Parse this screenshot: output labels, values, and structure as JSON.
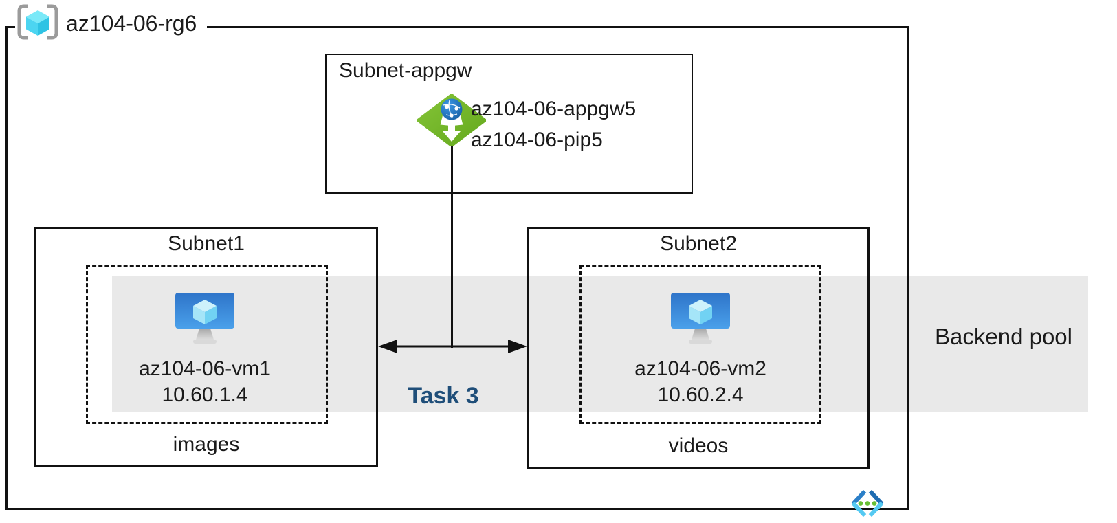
{
  "rg": {
    "name": "az104-06-rg6"
  },
  "appgw": {
    "subnet_title": "Subnet-appgw",
    "gateway_name": "az104-06-appgw5",
    "public_ip_name": "az104-06-pip5"
  },
  "subnet1": {
    "title": "Subnet1",
    "vm_name": "az104-06-vm1",
    "vm_ip": "10.60.1.4",
    "storage_label": "images"
  },
  "subnet2": {
    "title": "Subnet2",
    "vm_name": "az104-06-vm2",
    "vm_ip": "10.60.2.4",
    "storage_label": "videos"
  },
  "backend_pool_label": "Backend pool",
  "task_label": "Task 3",
  "icons": {
    "resource_group": "resource-group-icon",
    "application_gateway": "application-gateway-icon",
    "virtual_machine": "virtual-machine-icon",
    "virtual_network": "virtual-network-icon"
  },
  "colors": {
    "backend_band": "#e9e9e9",
    "task_text": "#1f4e79",
    "appgw_green": "#74b626",
    "globe_blue": "#2176c7",
    "vm_screen_blue": "#3b87d8",
    "cube_cyan": "#4cd5f1",
    "bracket_gray": "#9b9b9b",
    "vnet_dot_green": "#67bf34",
    "line_black": "#111111"
  }
}
